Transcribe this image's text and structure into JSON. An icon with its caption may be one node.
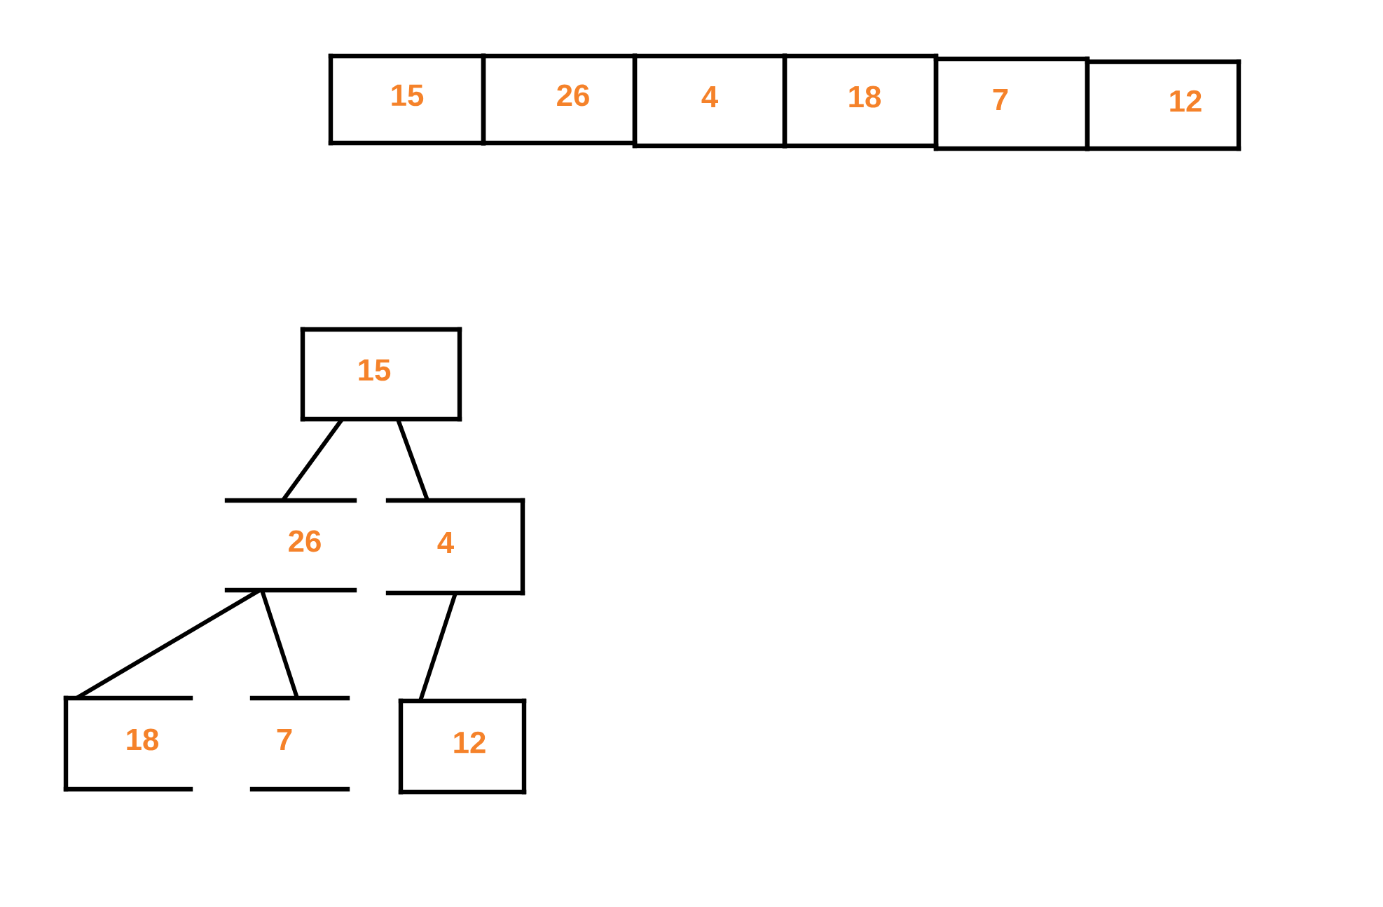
{
  "diagram": {
    "nodes": [
      {
        "text": [
          "15"
        ]
      },
      {
        "text": [
          "26"
        ]
      },
      {
        "text": [
          "4"
        ]
      },
      {
        "text": [
          "18"
        ]
      },
      {
        "text": [
          "7"
        ]
      },
      {
        "text": [
          "12"
        ]
      },
      {
        "text": [
          "15"
        ]
      },
      {
        "text": [
          "26"
        ]
      },
      {
        "text": [
          "4"
        ]
      },
      {
        "text": [
          "18"
        ]
      },
      {
        "text": [
          "7"
        ]
      },
      {
        "text": [
          "12"
        ]
      }
    ],
    "edges": [
      {
        "from": 6,
        "to": 7,
        "arrow": "none"
      },
      {
        "from": 6,
        "to": 8,
        "arrow": "none"
      },
      {
        "from": 7,
        "to": 9,
        "arrow": "none"
      },
      {
        "from": 7,
        "to": 10,
        "arrow": "none"
      },
      {
        "from": 8,
        "to": 11,
        "arrow": "none"
      }
    ]
  }
}
